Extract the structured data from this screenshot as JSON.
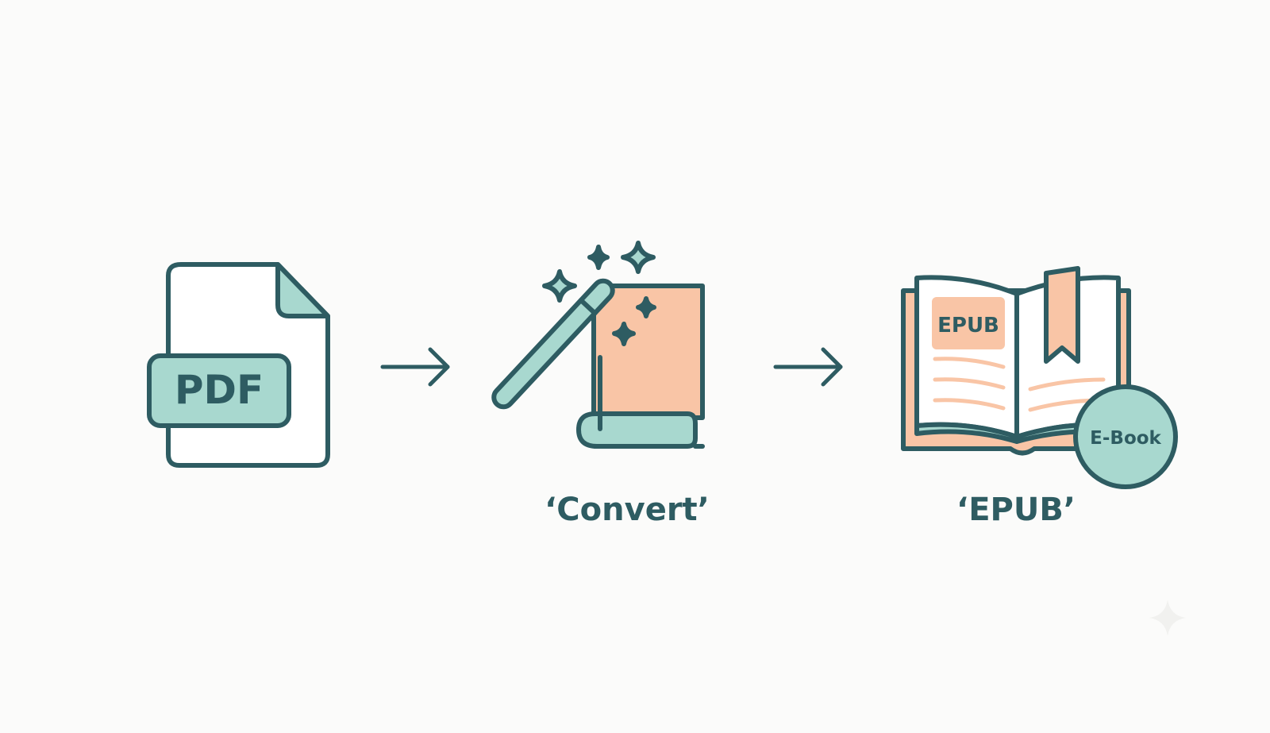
{
  "colors": {
    "stroke": "#2e5c62",
    "teal_fill": "#a8d8cf",
    "peach_fill": "#f9c5a6",
    "background": "#fbfbfa",
    "paper": "#ffffff"
  },
  "steps": [
    {
      "id": "pdf",
      "icon": "pdf-file-icon",
      "badge_text": "PDF"
    },
    {
      "id": "convert",
      "icon": "magic-wand-book-icon",
      "caption": "‘Convert’"
    },
    {
      "id": "epub",
      "icon": "open-book-icon",
      "page_label": "EPUB",
      "seal_text": "E-Book",
      "caption": "‘EPUB’"
    }
  ],
  "connectors": [
    {
      "from": "pdf",
      "to": "convert",
      "icon": "arrow-right-icon"
    },
    {
      "from": "convert",
      "to": "epub",
      "icon": "arrow-right-icon"
    }
  ]
}
